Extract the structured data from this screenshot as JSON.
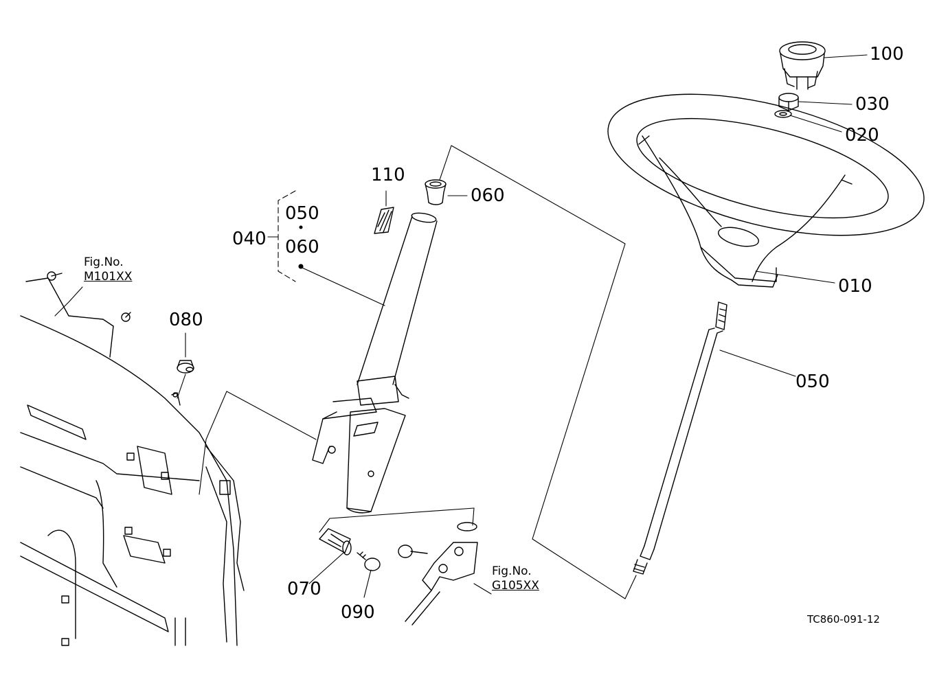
{
  "callouts": {
    "c100": "100",
    "c030": "030",
    "c020": "020",
    "c010": "010",
    "c050_shaft": "050",
    "c060_bushing": "060",
    "c110": "110",
    "c040": "040",
    "c050_group": "050",
    "c060_group": "060",
    "c080": "080",
    "c070": "070",
    "c090": "090"
  },
  "figure_refs": {
    "top_left": {
      "label": "Fig.No.",
      "ref": "M101XX"
    },
    "bottom": {
      "label": "Fig.No.",
      "ref": "G105XX"
    }
  },
  "drawing_number": "TC860-091-12"
}
